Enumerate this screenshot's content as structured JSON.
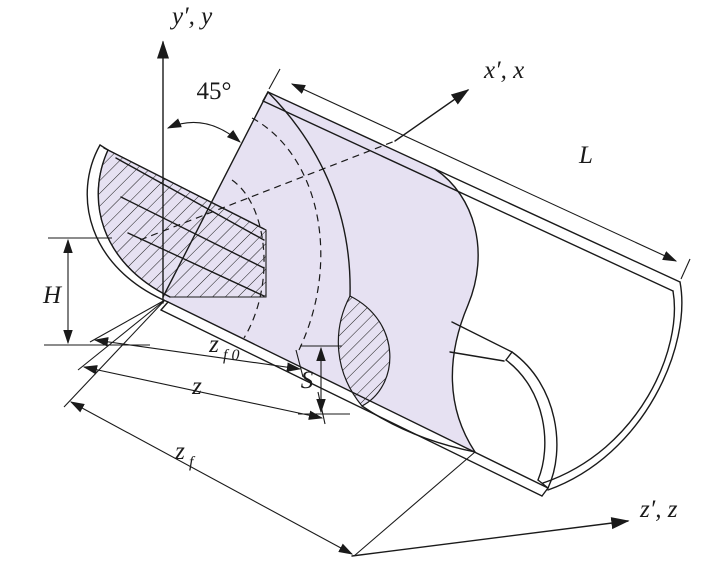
{
  "figure": {
    "description": "3D schematic of milling chip geometry with coordinate axes and dimensions",
    "colors": {
      "stroke": "#1a1a1a",
      "fill": "#e6e1f2",
      "background": "#ffffff"
    },
    "labels": {
      "y_axis": "y′, y",
      "x_axis": "x′, x",
      "z_axis": "z′, z",
      "angle": "45°",
      "length": "L",
      "height": "H",
      "uncut_chip_thickness": "S",
      "z_coord": "z",
      "zf0_base": "z",
      "zf0_sub": "f 0",
      "zf_base": "z",
      "zf_sub": "f"
    }
  }
}
